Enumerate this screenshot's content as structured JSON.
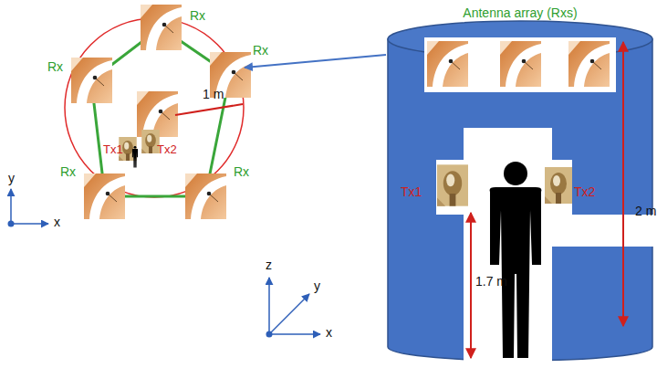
{
  "diagram": {
    "nodes": [
      {
        "text": [
          "1 m",
          "Tx1",
          "Tx2"
        ]
      },
      {
        "text": [
          "Antenna array (Rxs)",
          "Tx1",
          "Tx2",
          "1.7 m"
        ]
      }
    ],
    "edges": [
      {
        "from": 1,
        "to": 0,
        "arrow": "to"
      }
    ],
    "labels": [
      "Rx",
      "Rx",
      "Rx",
      "Rx",
      "Rx",
      "y",
      "x",
      "z",
      "y",
      "x",
      "2 m"
    ]
  }
}
